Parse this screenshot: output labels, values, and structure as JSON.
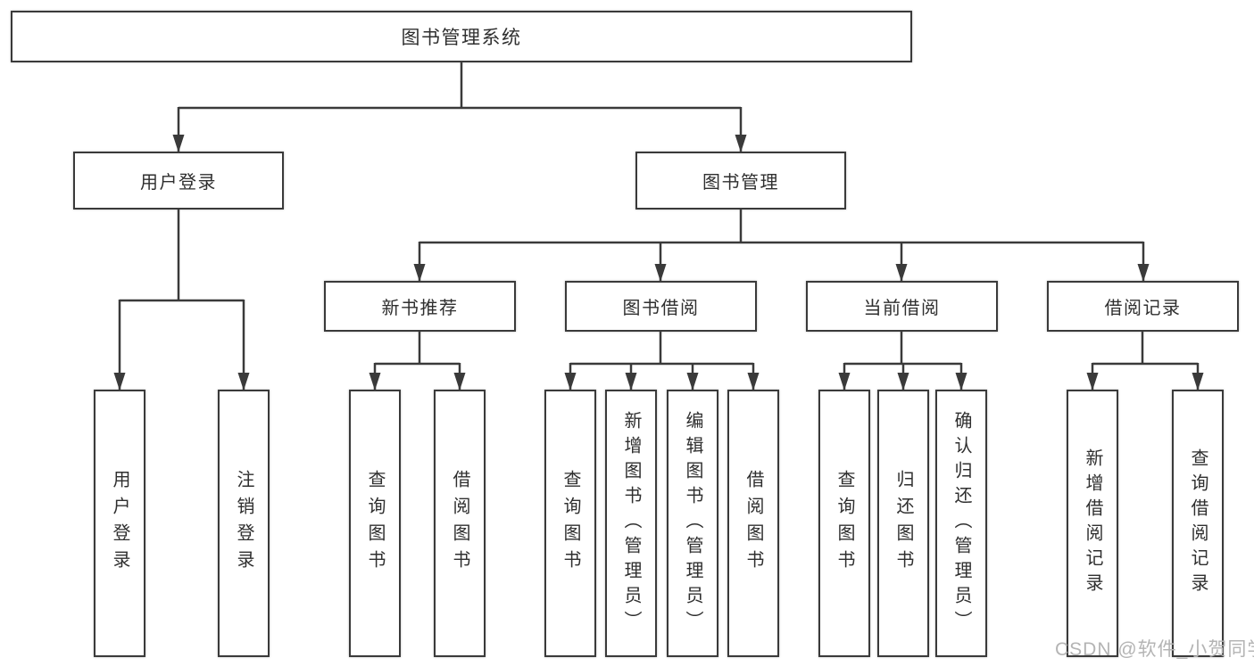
{
  "diagram_title": "图书管理系统",
  "nodes": {
    "root": "图书管理系统",
    "level2": [
      "用户登录",
      "图书管理"
    ],
    "level3": [
      "新书推荐",
      "图书借阅",
      "当前借阅",
      "借阅记录"
    ],
    "leaves_user_login": [
      "用户登录",
      "注销登录"
    ],
    "leaves_new_book": [
      "查询图书",
      "借阅图书"
    ],
    "leaves_book_borrow": [
      "查询图书",
      "新增图书（管理员）",
      "编辑图书（管理员）",
      "借阅图书"
    ],
    "leaves_current_borrow": [
      "查询图书",
      "归还图书",
      "确认归还（管理员）"
    ],
    "leaves_borrow_records": [
      "新增借阅记录",
      "查询借阅记录"
    ]
  },
  "watermark": "CSDN @软件_小贺同学",
  "colors": {
    "line": "#3a3a3a",
    "box_border": "#3a3a3a",
    "box_fill": "#ffffff",
    "text": "#2f2f2f",
    "watermark": "#b4b4b4",
    "background": "#ffffff"
  }
}
